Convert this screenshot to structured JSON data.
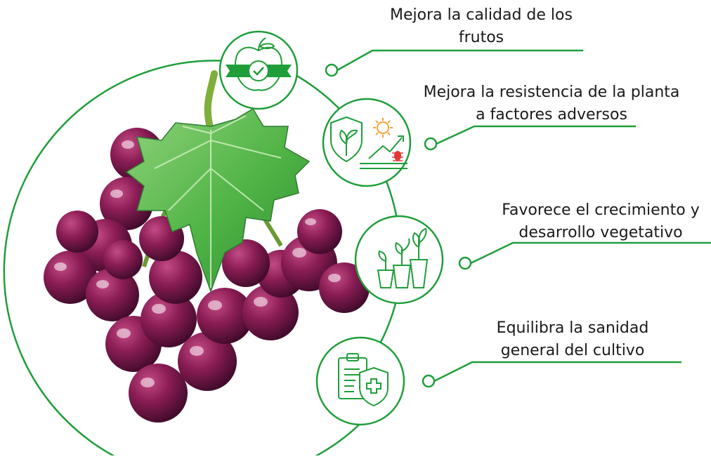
{
  "colors": {
    "accent_green": "#1f9e3a",
    "grape_dark": "#4a0f33",
    "grape_mid": "#8b1d55",
    "leaf_green": "#56b94c",
    "stem_green": "#7fae3a"
  },
  "benefits": [
    {
      "icon": "apple-check-icon",
      "lines": [
        "Mejora la calidad de los",
        "frutos"
      ]
    },
    {
      "icon": "plant-shield-icon",
      "lines": [
        "Mejora la resistencia de la planta",
        "a factores adversos"
      ]
    },
    {
      "icon": "seedling-pots-icon",
      "lines": [
        "Favorece el crecimiento y",
        "desarrollo vegetativo"
      ]
    },
    {
      "icon": "clipboard-health-icon",
      "lines": [
        "Equilibra la sanidad",
        "general del cultivo"
      ]
    }
  ]
}
